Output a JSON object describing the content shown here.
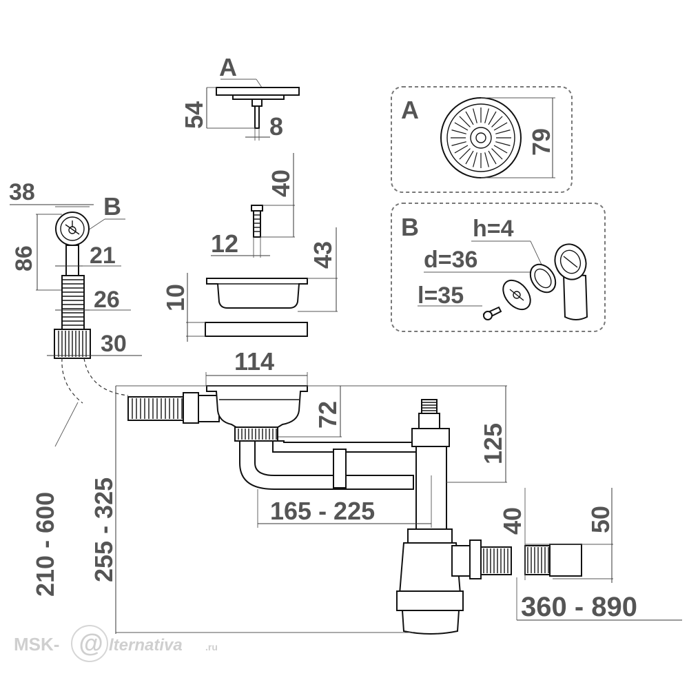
{
  "panels": {
    "a": {
      "letter": "A",
      "diameter": "79"
    },
    "b": {
      "letter": "B",
      "h": "h=4",
      "d": "d=36",
      "l": "l=35"
    }
  },
  "strainer": {
    "letter": "A",
    "height": "54",
    "stem": "8"
  },
  "screw": {
    "length": "40",
    "diameter": "12"
  },
  "flange": {
    "height": "43",
    "gasket": "10"
  },
  "overflow": {
    "letter": "B",
    "width": "38",
    "height": "86",
    "neck": "21",
    "hose1": "26",
    "hose2": "30"
  },
  "assembly": {
    "outlet_width": "114",
    "depth_to_outlet": "72",
    "depth_to_branch": "125",
    "horizontal_range": "165 - 225",
    "overflow_hose": "210 - 600",
    "total_height": "255 - 325",
    "outlet_40": "40",
    "outlet_50": "50",
    "outlet_length": "360 - 890"
  },
  "watermark": {
    "prefix": "MSK-",
    "at": "@",
    "rest": "lternativa",
    "tld": ".ru"
  }
}
